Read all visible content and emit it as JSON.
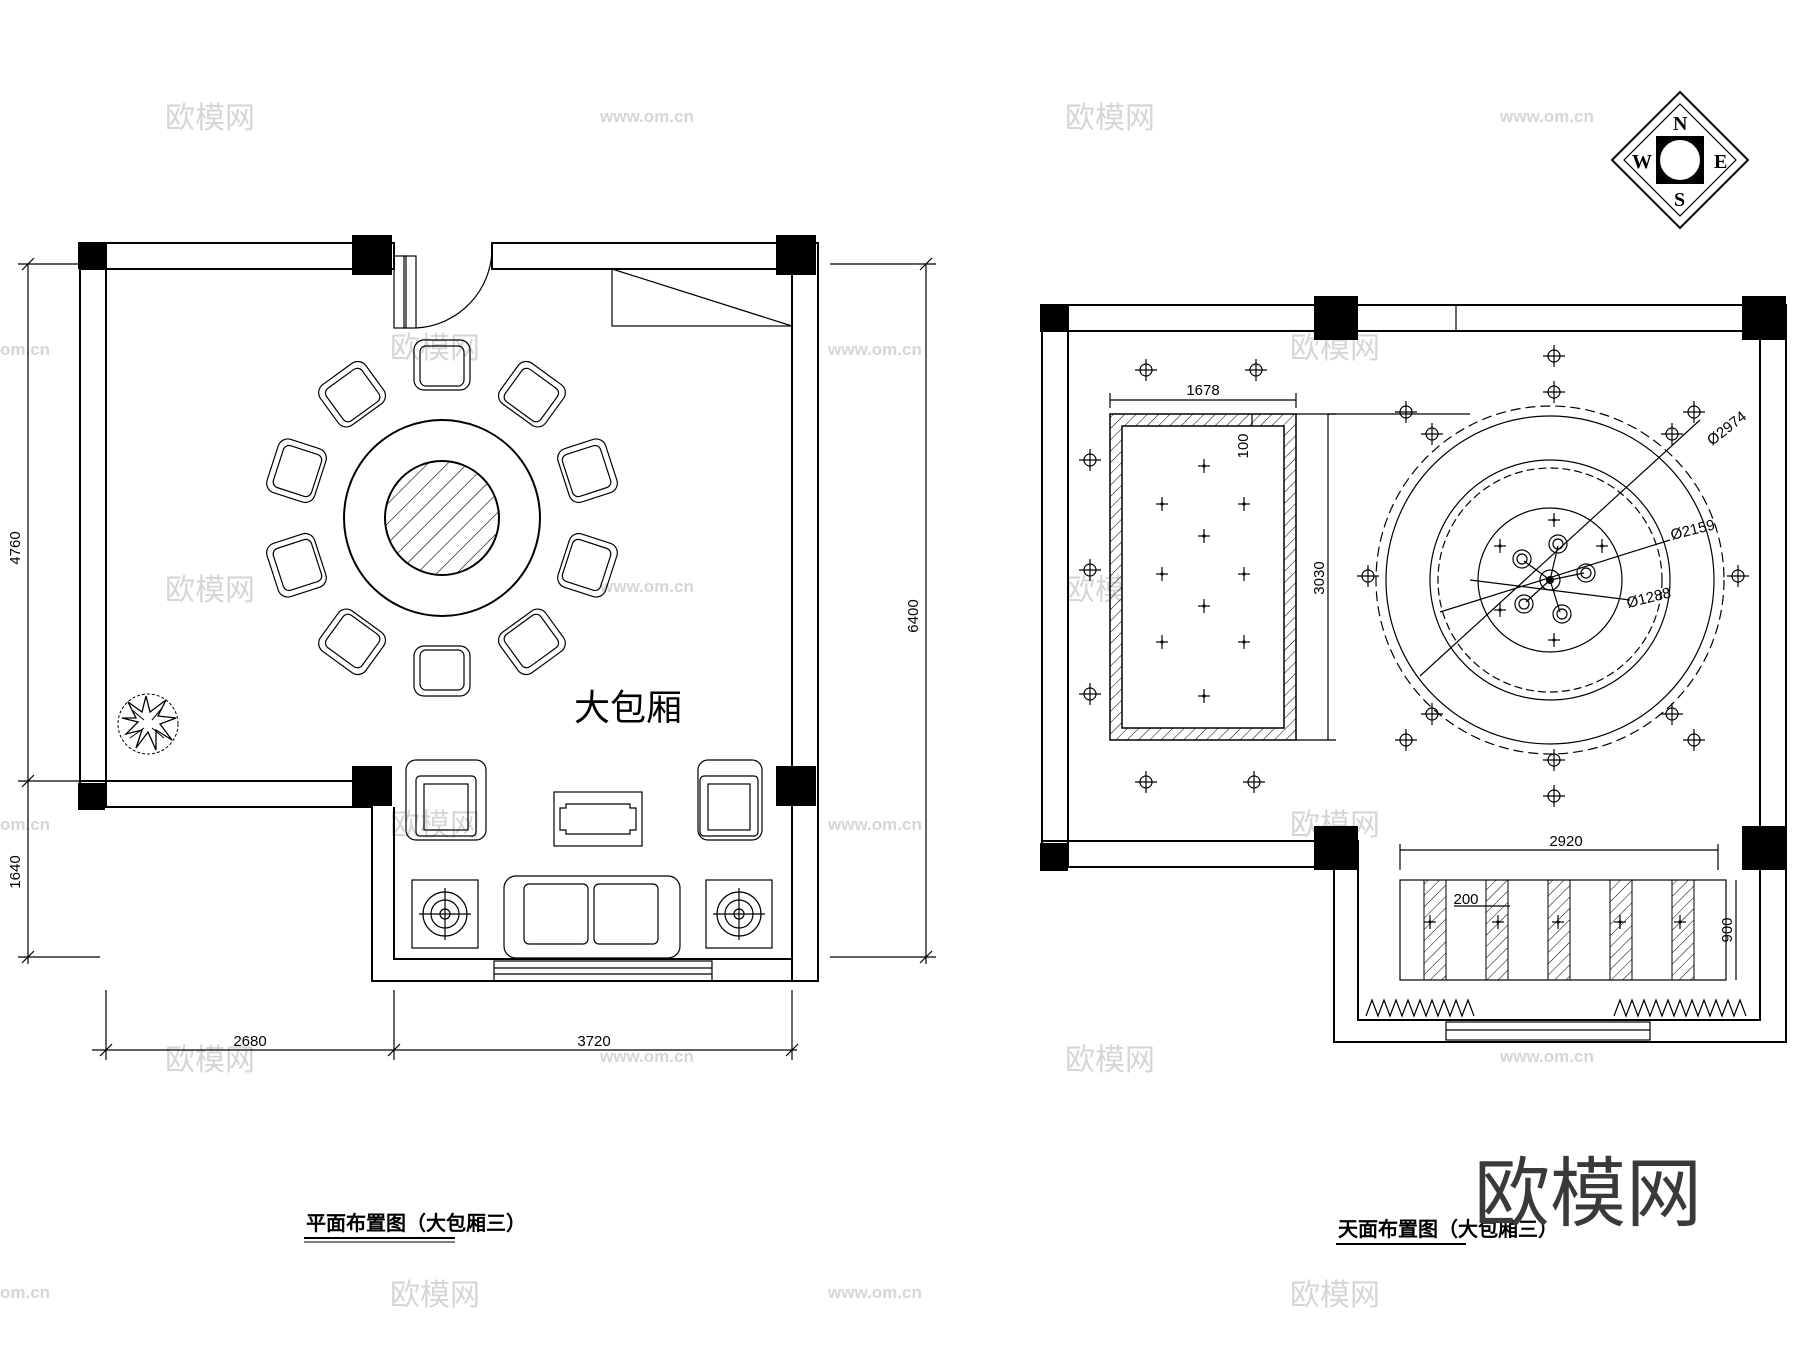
{
  "watermark": {
    "brand": "欧模网",
    "url": "www.om.cn",
    "url_short": "om.cn"
  },
  "brand_logo": "欧模网",
  "compass": {
    "n": "N",
    "s": "S",
    "e": "E",
    "w": "W"
  },
  "plan": {
    "title": "平面布置图（大包厢三）",
    "room_label": "大包厢",
    "dims": {
      "d4760": "4760",
      "d1640": "1640",
      "d6400": "6400",
      "d2680": "2680",
      "d3720": "3720"
    }
  },
  "ceiling": {
    "title": "天面布置图（大包厢三）",
    "dims": {
      "d1678": "1678",
      "d100": "100",
      "d3030": "3030",
      "r2974": "Ø2974",
      "r2159": "Ø2159",
      "r1288": "Ø1288",
      "d2920": "2920",
      "d200": "200",
      "d900": "900"
    }
  }
}
